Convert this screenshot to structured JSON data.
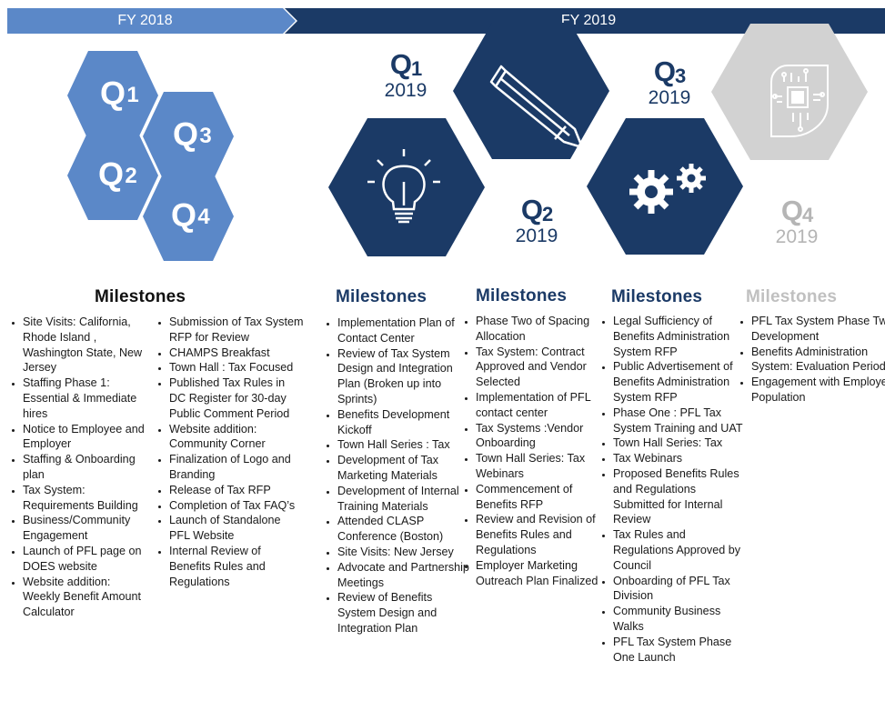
{
  "banner": {
    "fy2018": "FY 2018",
    "fy2019": "FY 2019",
    "colors": {
      "fy2018": "#5b88c8",
      "fy2019": "#1b3a66"
    }
  },
  "fy2018_hexes": [
    {
      "letter": "Q",
      "num": "1"
    },
    {
      "letter": "Q",
      "num": "3"
    },
    {
      "letter": "Q",
      "num": "2"
    },
    {
      "letter": "Q",
      "num": "4"
    }
  ],
  "fy2019_quarters": [
    {
      "letter": "Q",
      "num": "1",
      "year": "2019",
      "icon": "lightbulb-icon"
    },
    {
      "letter": "Q",
      "num": "2",
      "year": "2019",
      "icon": "pencil-icon"
    },
    {
      "letter": "Q",
      "num": "3",
      "year": "2019",
      "icon": "gears-icon"
    },
    {
      "letter": "Q",
      "num": "4",
      "year": "2019",
      "icon": "circuit-icon"
    }
  ],
  "colors": {
    "navy": "#1b3a66",
    "light_blue": "#5b88c8",
    "grey": "#d2d2d2",
    "grey_text": "#b5b5b5"
  },
  "milestones": {
    "fy2018": {
      "heading": "Milestones",
      "left": [
        "Site Visits: California, Rhode Island , Washington State, New Jersey",
        "Staffing Phase 1: Essential & Immediate hires",
        "Notice to Employee and Employer",
        "Staffing & Onboarding plan",
        "Tax System: Requirements Building",
        "Business/Community Engagement",
        "Launch of PFL page on DOES website",
        "Website addition: Weekly Benefit Amount Calculator"
      ],
      "right": [
        "Submission of Tax System RFP for Review",
        "CHAMPS Breakfast",
        "Town Hall : Tax Focused",
        "Published Tax Rules in DC Register for 30-day Public Comment Period",
        "Website addition: Community Corner",
        "Finalization of Logo and Branding",
        "Release of Tax RFP",
        "Completion of Tax FAQ’s",
        "Launch of Standalone PFL Website",
        "Internal Review of Benefits Rules and Regulations"
      ]
    },
    "q1": {
      "heading": "Milestones",
      "items": [
        "Implementation Plan of Contact Center",
        "Review of Tax System Design and Integration Plan (Broken up into Sprints)",
        "Benefits Development Kickoff",
        "Town Hall Series : Tax",
        "Development of Tax Marketing Materials",
        "Development of Internal Training Materials",
        "Attended CLASP Conference (Boston)",
        "Site Visits: New Jersey",
        "Advocate and Partnership Meetings",
        "Review of Benefits System Design and Integration Plan"
      ]
    },
    "q2": {
      "heading": "Milestones",
      "items": [
        "Phase Two of Spacing Allocation",
        "Tax System: Contract Approved and Vendor Selected",
        "Implementation of PFL contact center",
        "Tax Systems :Vendor Onboarding",
        "Town Hall Series: Tax Webinars",
        "Commencement of Benefits RFP",
        "Review and Revision of Benefits Rules and Regulations",
        "Employer Marketing Outreach Plan Finalized"
      ]
    },
    "q3": {
      "heading": "Milestones",
      "items": [
        "Legal Sufficiency of Benefits Administration System RFP",
        "Public Advertisement of Benefits Administration System RFP",
        "Phase One : PFL Tax System Training and UAT",
        "Town Hall Series: Tax",
        "Tax Webinars",
        "Proposed Benefits Rules and Regulations Submitted for Internal Review",
        "Tax Rules and Regulations Approved by Council",
        "Onboarding of PFL Tax Division",
        "Community Business Walks",
        "PFL Tax System Phase One Launch"
      ]
    },
    "q4": {
      "heading": "Milestones",
      "items": [
        "PFL Tax System Phase Two Development",
        "Benefits Administration System: Evaluation Period",
        "Engagement with Employee Population"
      ]
    }
  }
}
